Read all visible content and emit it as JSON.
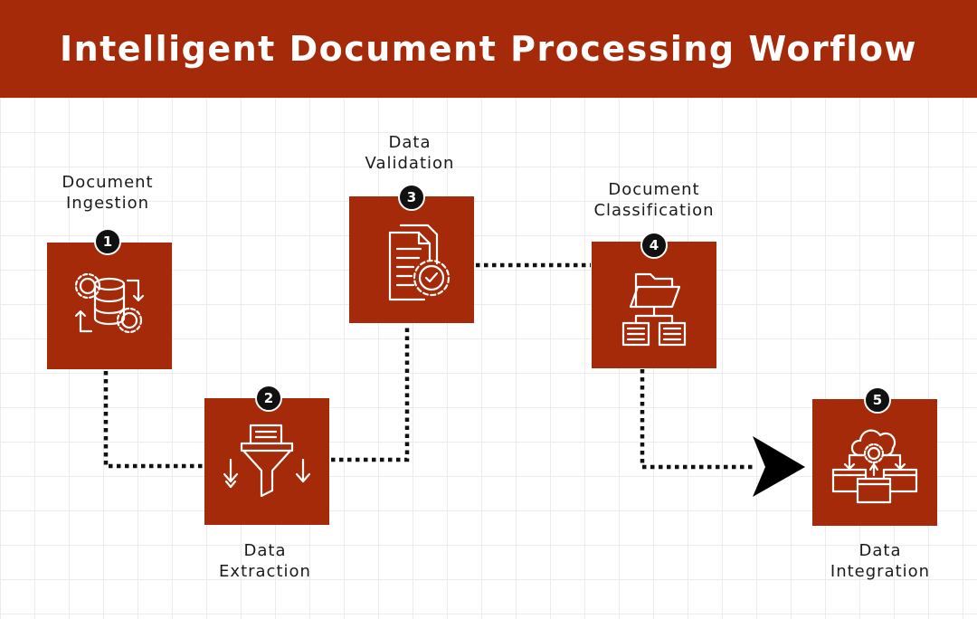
{
  "title": "Intelligent Document Processing Worflow",
  "colors": {
    "brand": "#a52a0a",
    "badge": "#111111",
    "grid": "#ececec"
  },
  "steps": [
    {
      "number": "1",
      "label_lines": [
        "Document",
        "Ingestion"
      ],
      "icon": "database-gears-icon"
    },
    {
      "number": "2",
      "label_lines": [
        "Data",
        "Extraction"
      ],
      "icon": "document-funnel-icon"
    },
    {
      "number": "3",
      "label_lines": [
        "Data",
        "Validation"
      ],
      "icon": "document-check-gear-icon"
    },
    {
      "number": "4",
      "label_lines": [
        "Document",
        "Classification"
      ],
      "icon": "folder-hierarchy-icon"
    },
    {
      "number": "5",
      "label_lines": [
        "Data",
        "Integration"
      ],
      "icon": "cloud-network-icon"
    }
  ]
}
